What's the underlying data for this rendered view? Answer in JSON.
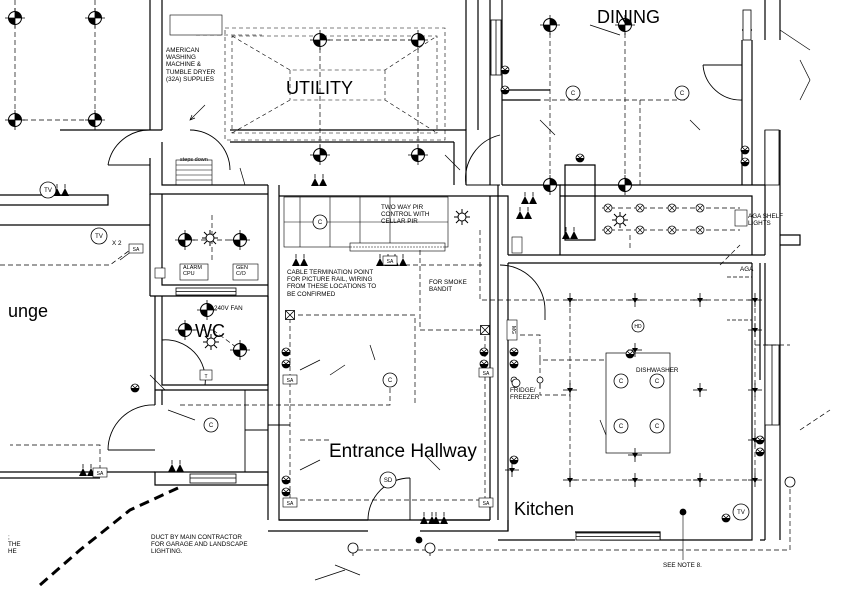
{
  "rooms": {
    "dining": "DINING",
    "utility": "UTILITY",
    "lounge": "unge",
    "wc": "WC",
    "entrance": "Entrance Hallway",
    "kitchen": "Kitchen"
  },
  "notes": {
    "washing": "AMERICAN WASHING MACHINE & TUMBLE DRYER (32A) SUPPLIES",
    "steps": "steps down",
    "pir": "TWO WAY PIR CONTROL WITH CELLAR PIR",
    "cable": "CABLE TERMINATION POINT FOR PICTURE RAIL, WIRING FROM THESE LOCATIONS TO BE CONFIRMED",
    "smoke": "FOR SMOKE BANDIT",
    "fan": "240V FAN",
    "aga_shelf": "AGA SHELF LIGHTS",
    "aga": "AGA",
    "dishwasher": "DISHWASHER",
    "fridge": "FRIDGE/ FREEZER",
    "duct": "DUCT BY MAIN CONTRACTOR FOR GARAGE AND LANDSCAPE LIGHTING.",
    "see_note": "SEE NOTE 8.",
    "the": "; THE HE",
    "alarm": "ALARM CPU",
    "gen": "GEN C/O",
    "x2": "X 2"
  },
  "symbols": {
    "tv": "TV",
    "sa": "SA",
    "sd": "SD",
    "c": "C",
    "hd": "HD",
    "mg": "MG",
    "t": "T"
  }
}
